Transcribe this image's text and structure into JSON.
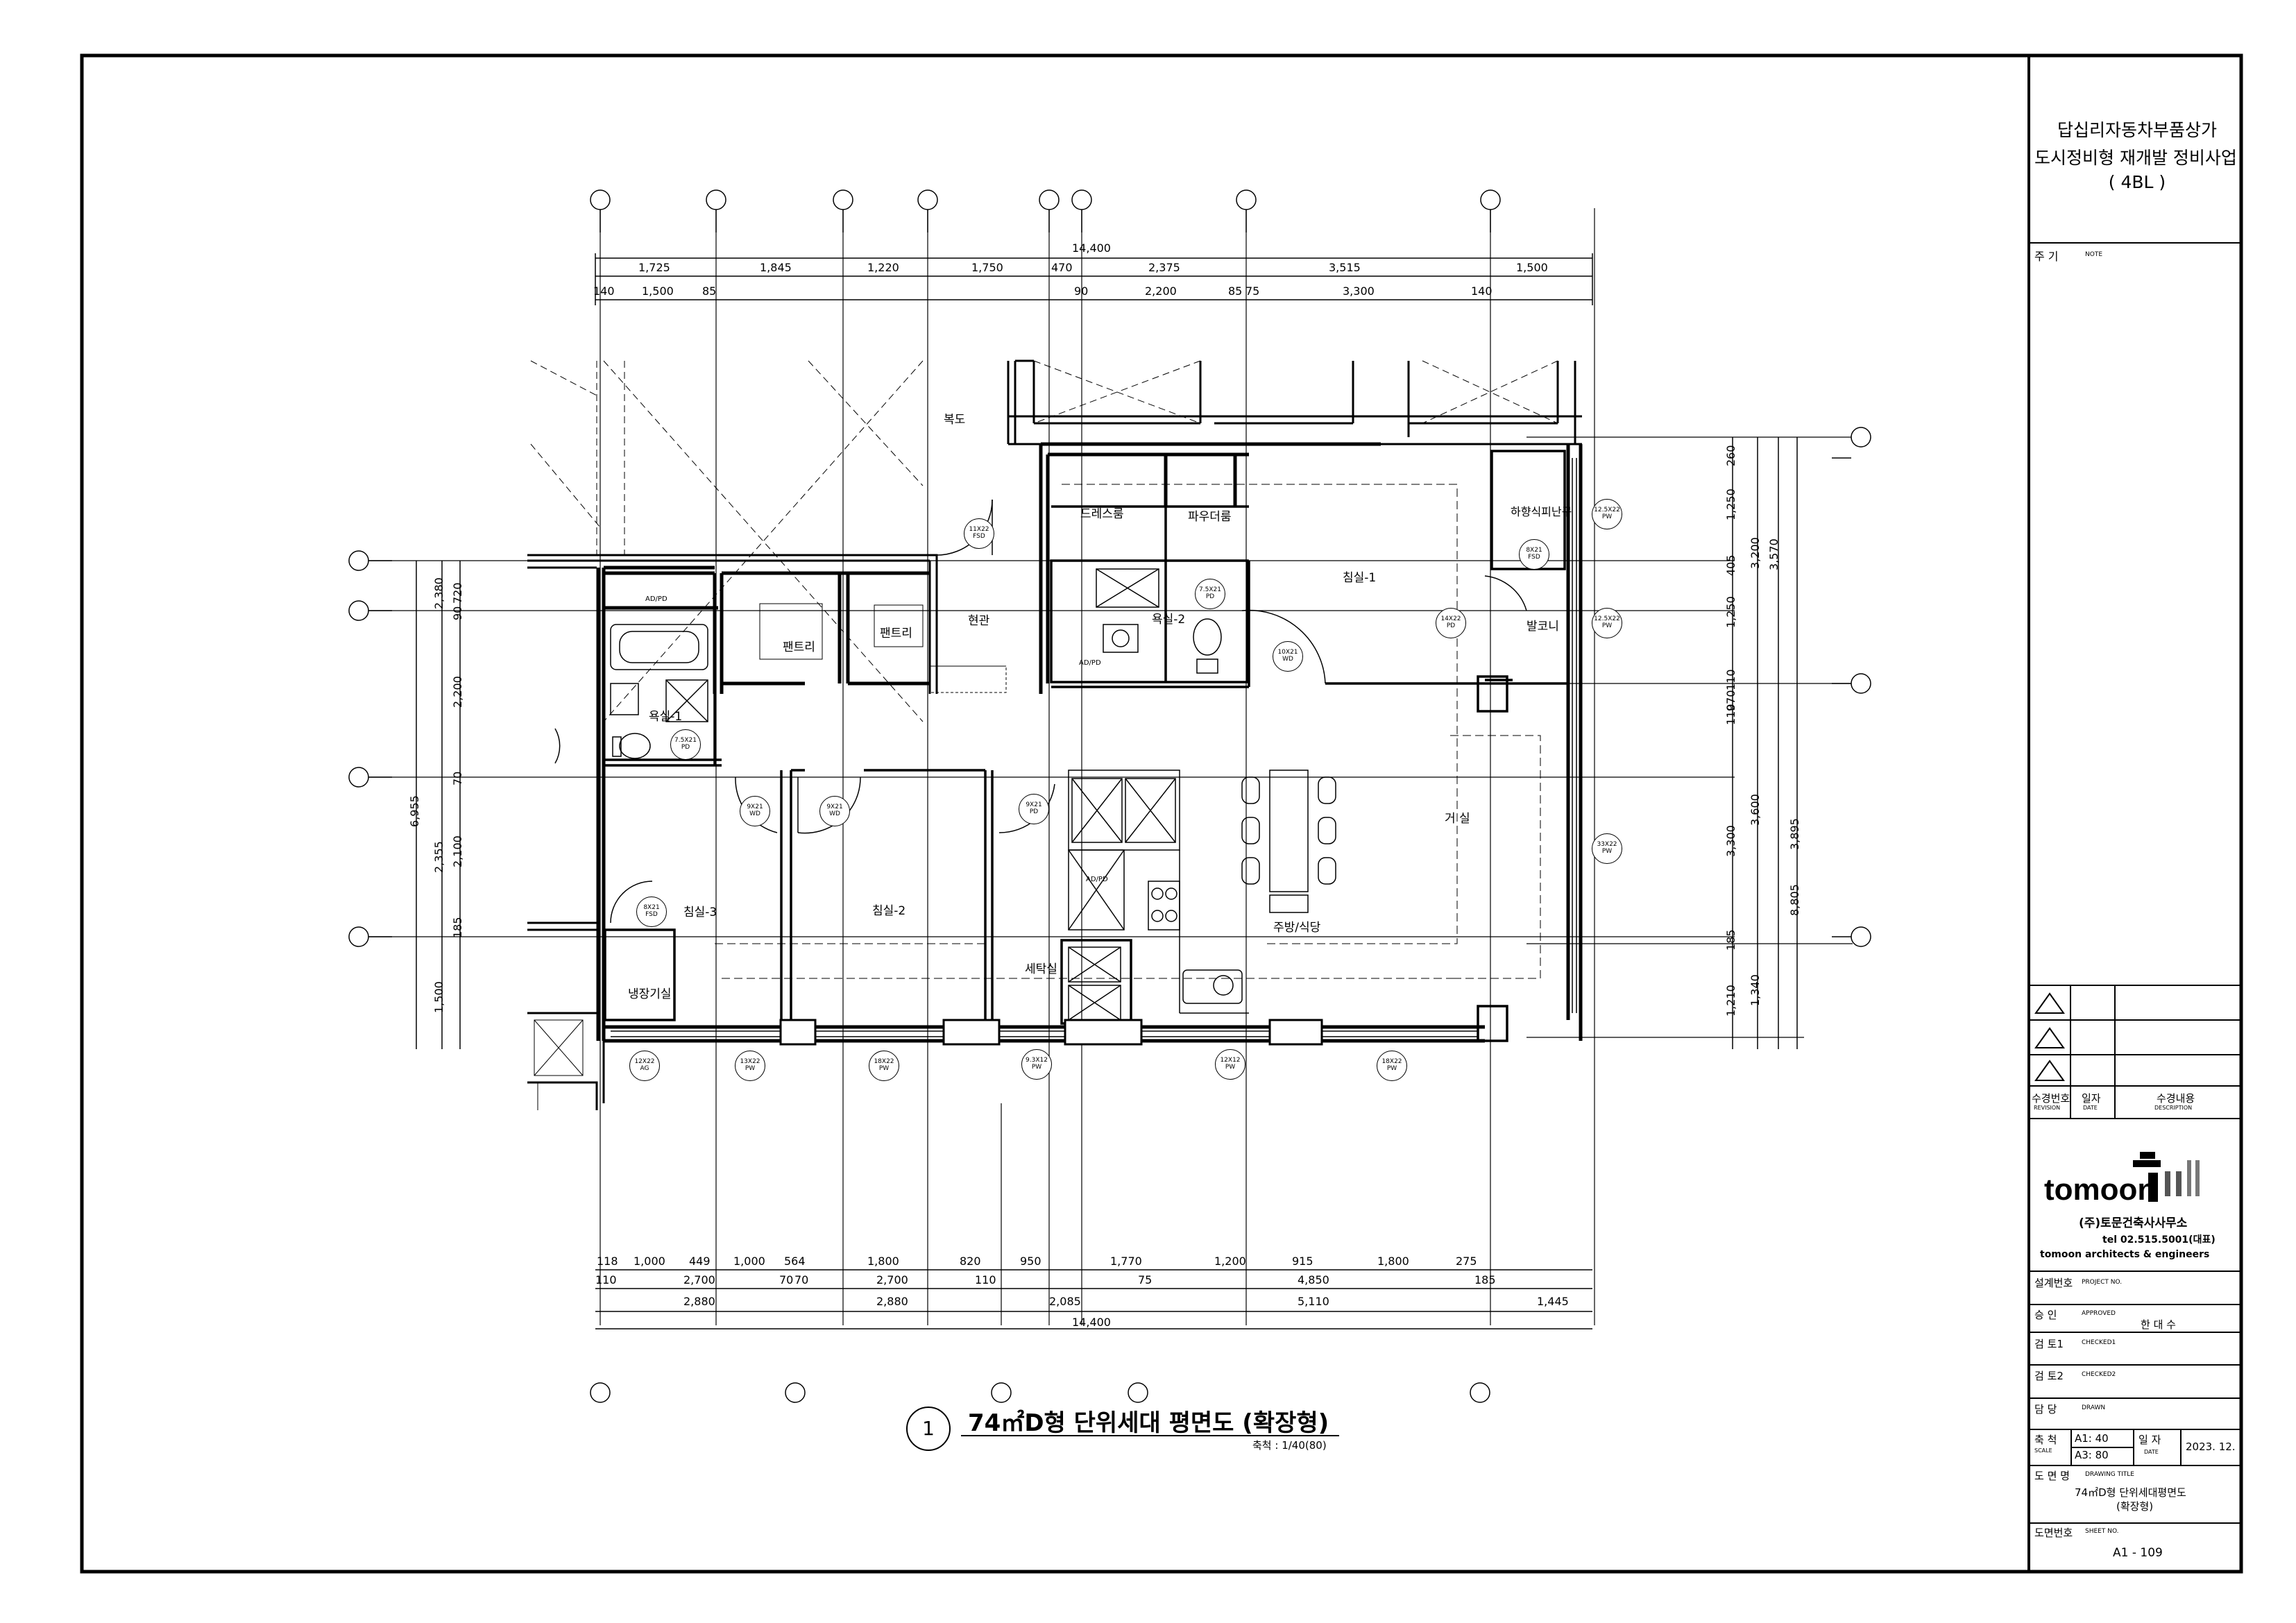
{
  "project": {
    "line1": "답십리자동차부품상가",
    "line2": "도시정비형 재개발 정비사업",
    "line3": "( 4BL )"
  },
  "note": {
    "label": "주   기",
    "sub": "NOTE"
  },
  "revision": {
    "no_label": "수경번호",
    "no_sub": "REVISION",
    "date_label": "일자",
    "date_sub": "DATE",
    "desc_label": "수경내용",
    "desc_sub": "DESCRIPTION"
  },
  "firm": {
    "logo": "tomoon",
    "name_kr": "(주)토문건축사사무소",
    "tel": "tel 02.515.5001(대표)",
    "name_en": "tomoon architects & engineers"
  },
  "title_block": {
    "project_no": "설계번호",
    "project_no_sub": "PROJECT NO.",
    "approved": "승     인",
    "approved_sub": "APPROVED",
    "approved_name": "한 대 수",
    "checked1": "검   토1",
    "checked1_sub": "CHECKED1",
    "checked2": "검   토2",
    "checked2_sub": "CHECKED2",
    "drawn": "담     당",
    "drawn_sub": "DRAWN",
    "scale": "축     척",
    "scale_sub": "SCALE",
    "scale_a1": "A1:  40",
    "scale_a3": "A3:  80",
    "date": "일     자",
    "date_sub": "DATE",
    "date_value": "2023. 12.",
    "drawing_title": "도  면  명",
    "drawing_title_sub": "DRAWING TITLE",
    "drawing_name_1": "74㎡D형  단위세대평면도",
    "drawing_name_2": "(확장형)",
    "sheet_no": "도면번호",
    "sheet_no_sub": "SHEET NO.",
    "sheet_value": "A1  -  109"
  },
  "drawing": {
    "number": "1",
    "title": "74㎡D형 단위세대 평면도 (확장형)",
    "scale": "축척 : 1/40(80)"
  },
  "rooms": [
    {
      "id": "corridor",
      "label": "복도"
    },
    {
      "id": "dressroom",
      "label": "드레스룸"
    },
    {
      "id": "powder",
      "label": "파우더룸"
    },
    {
      "id": "bed1",
      "label": "침실-1"
    },
    {
      "id": "bath2",
      "label": "욕실-2"
    },
    {
      "id": "pantry1",
      "label": "팬트리"
    },
    {
      "id": "pantry2",
      "label": "팬트리"
    },
    {
      "id": "entrance",
      "label": "현관"
    },
    {
      "id": "bath1",
      "label": "욕실-1"
    },
    {
      "id": "living",
      "label": "거 실"
    },
    {
      "id": "bed3",
      "label": "침실-3"
    },
    {
      "id": "bed2",
      "label": "침실-2"
    },
    {
      "id": "kitchen",
      "label": "주방/식당"
    },
    {
      "id": "laundry",
      "label": "세탁실"
    },
    {
      "id": "aircon",
      "label": "냉장기실"
    },
    {
      "id": "evac",
      "label": "하향식피난구"
    },
    {
      "id": "balcony",
      "label": "발코니"
    }
  ],
  "door_tags": [
    {
      "t": "11X22",
      "s": "FSD"
    },
    {
      "t": "7.5X21",
      "s": "PD"
    },
    {
      "t": "10X21",
      "s": "WD"
    },
    {
      "t": "14X22",
      "s": "PD"
    },
    {
      "t": "8X21",
      "s": "FSD"
    },
    {
      "t": "12.5X22",
      "s": "PW"
    },
    {
      "t": "12.5X22",
      "s": "PW"
    },
    {
      "t": "7.5X21",
      "s": "PD"
    },
    {
      "t": "9X21",
      "s": "WD"
    },
    {
      "t": "9X21",
      "s": "WD"
    },
    {
      "t": "9X21",
      "s": "PD"
    },
    {
      "t": "33X22",
      "s": "PW"
    },
    {
      "t": "8X21",
      "s": "FSD"
    },
    {
      "t": "12X22",
      "s": "AG"
    },
    {
      "t": "13X22",
      "s": "PW"
    },
    {
      "t": "18X22",
      "s": "PW"
    },
    {
      "t": "9.3X12",
      "s": "PW"
    },
    {
      "t": "12X12",
      "s": "PW"
    },
    {
      "t": "18X22",
      "s": "PW"
    }
  ],
  "small_labels": [
    {
      "id": "adpd1",
      "label": "AD/PD"
    },
    {
      "id": "adpd2",
      "label": "AD/PD"
    },
    {
      "id": "adpd3",
      "label": "AD/PD"
    }
  ],
  "dims": {
    "top_total": "14,400",
    "top_row1": [
      "1,725",
      "1,845",
      "1,220",
      "1,750",
      "470",
      "2,375",
      "3,515",
      "1,500"
    ],
    "top_row2": [
      "140",
      "1,500",
      "85",
      "90",
      "2,200",
      "85",
      "75",
      "3,300",
      "140"
    ],
    "bottom_row1": [
      "118",
      "1,000",
      "449",
      "1,000",
      "564",
      "1,800",
      "820",
      "950",
      "1,770",
      "1,200",
      "915",
      "1,800",
      "275"
    ],
    "bottom_row2": [
      "110",
      "2,700",
      "70",
      "70",
      "2,700",
      "110",
      "75",
      "4,850",
      "185"
    ],
    "bottom_row3": [
      "2,880",
      "2,880",
      "2,085",
      "5,110",
      "1,445"
    ],
    "bottom_total": "14,400",
    "left_outer": "6,955",
    "left_mid": [
      "2,380",
      "2,355",
      "1,500"
    ],
    "left_inner": [
      "720",
      "90",
      "2,200",
      "70",
      "2,100",
      "185"
    ],
    "right_inner": [
      "260",
      "1,250",
      "405",
      "1,250",
      "110",
      "970",
      "110",
      "3,300",
      "185",
      "1,210"
    ],
    "right_mid": [
      "3,200",
      "3,600",
      "1,340"
    ],
    "right_outer": [
      "3,570",
      "3,895",
      "8,805"
    ]
  }
}
